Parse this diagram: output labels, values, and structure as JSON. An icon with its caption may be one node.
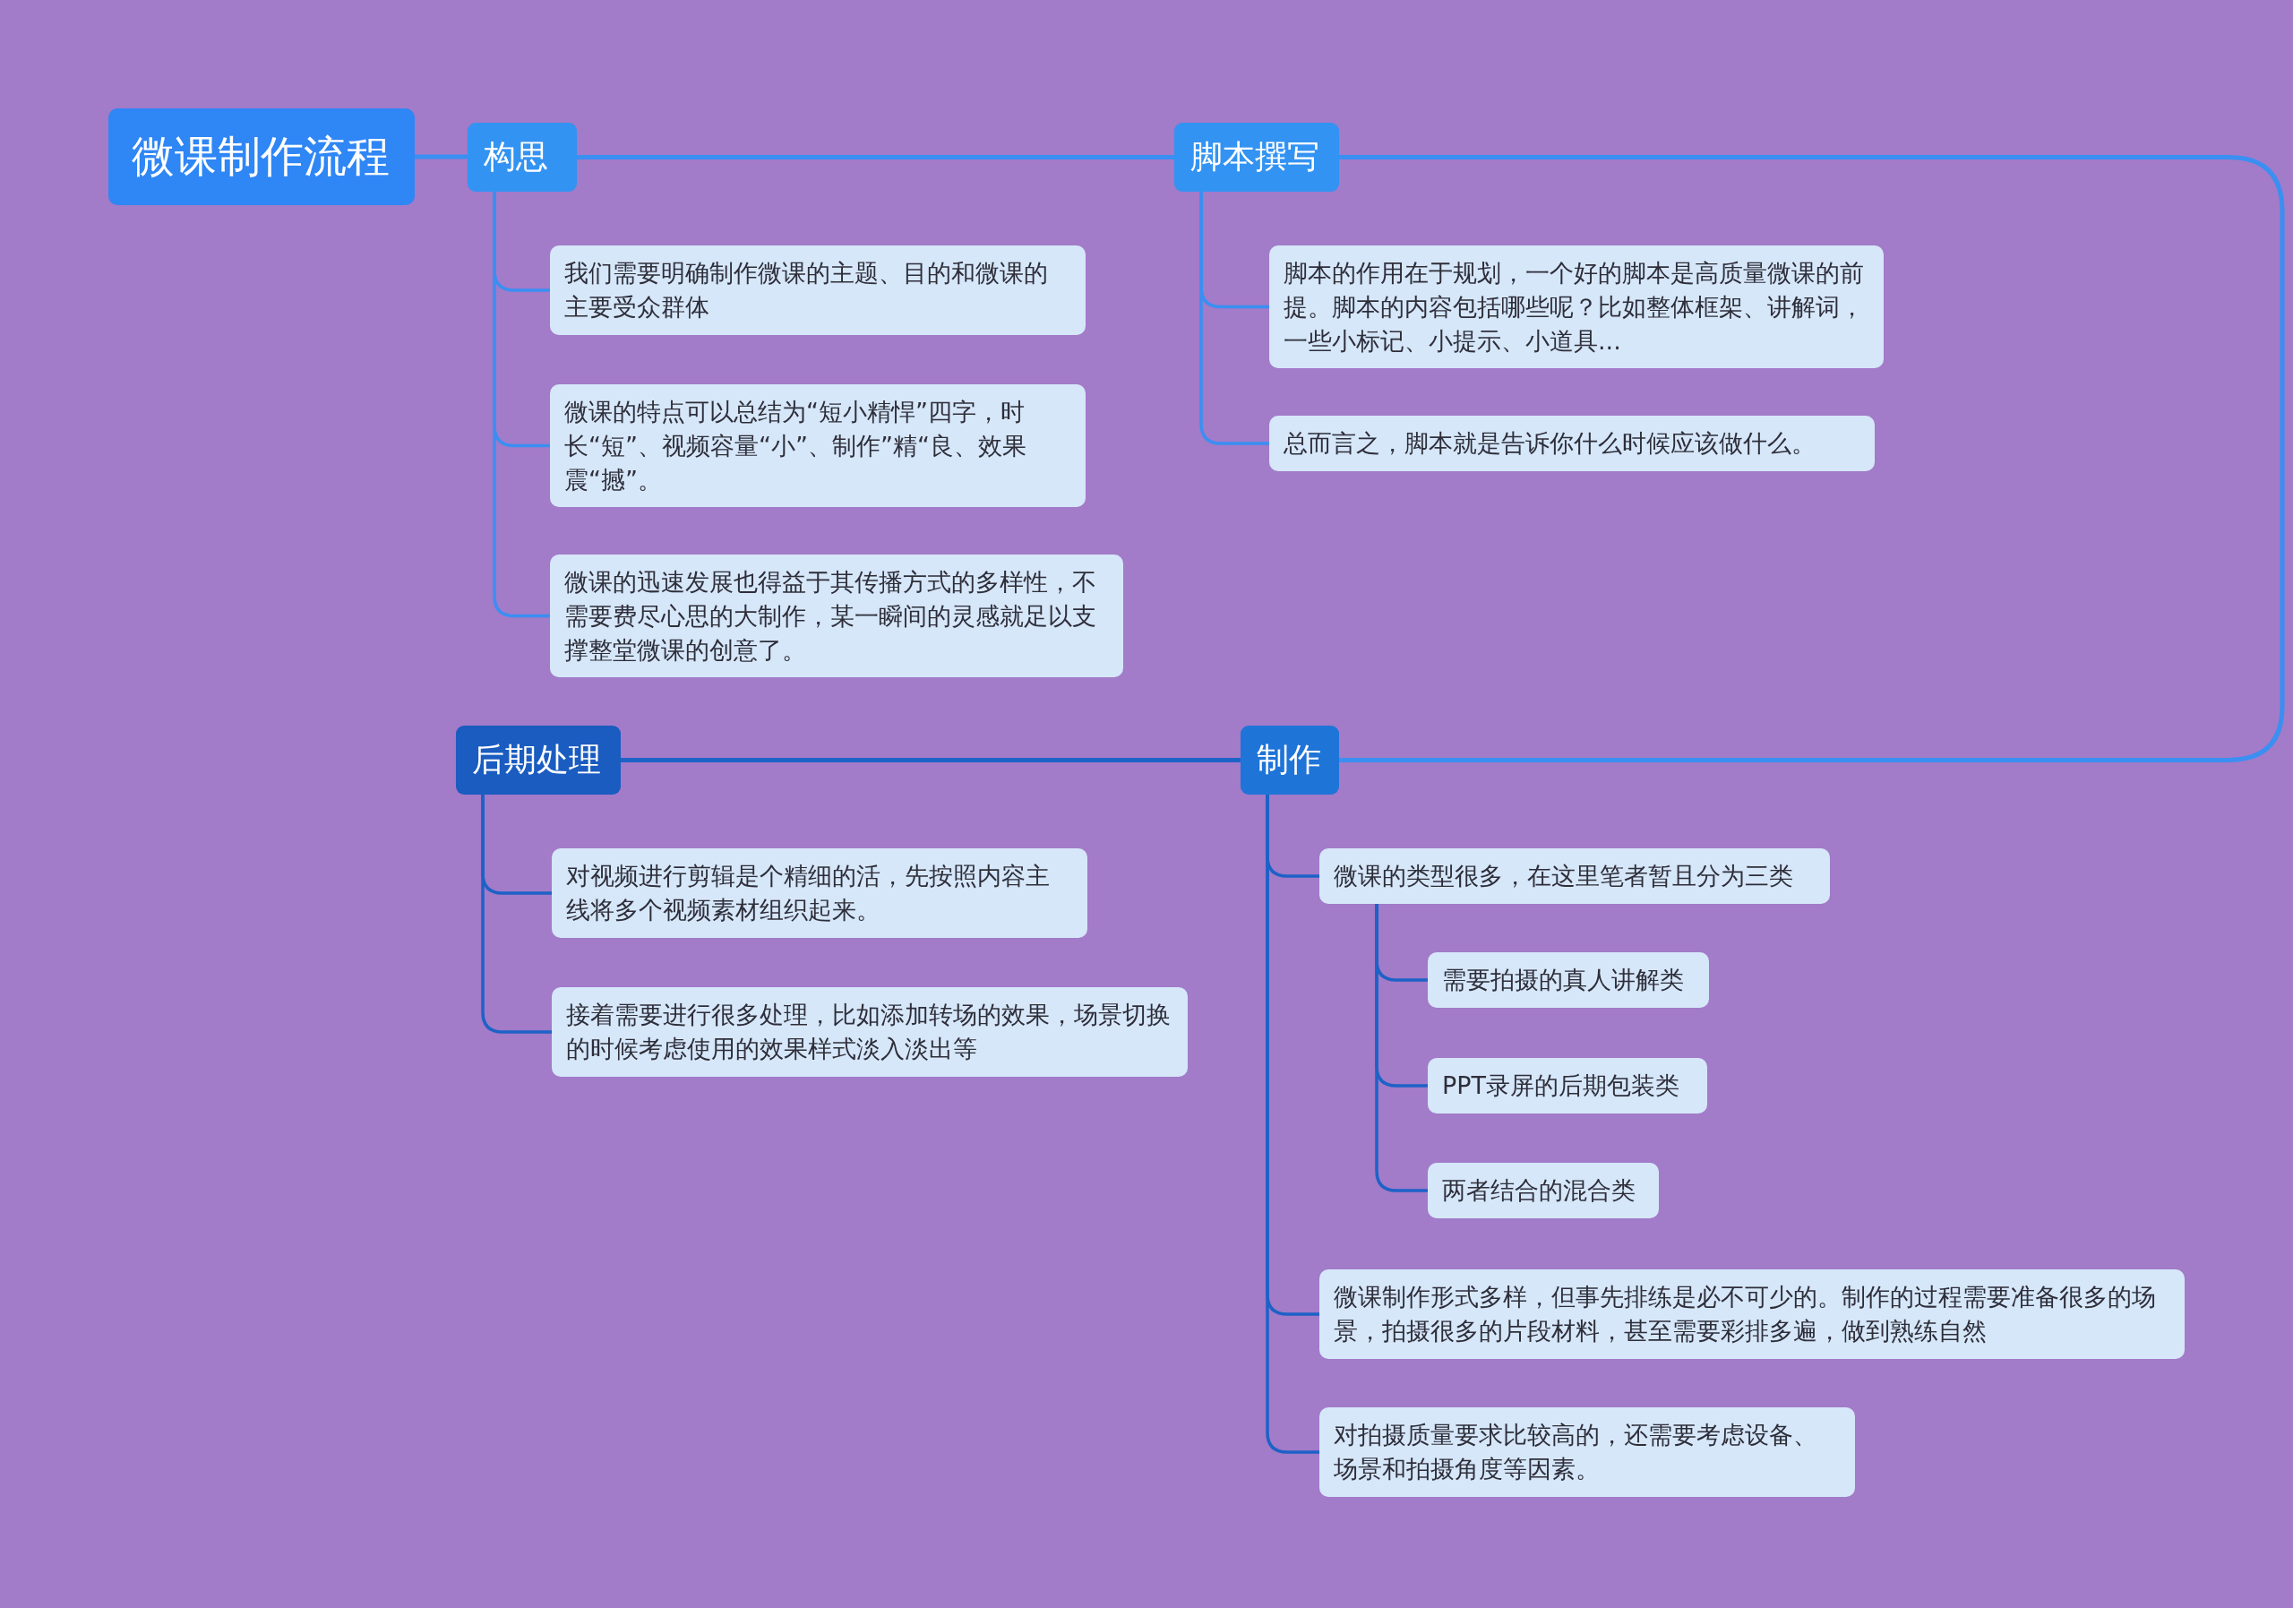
{
  "diagram": {
    "nodes": [
      {
        "text": [
          "微课制作流程"
        ]
      },
      {
        "text": [
          "构思"
        ]
      },
      {
        "text": [
          "我们需要明确制作微课的主题、目的和微课的主要受众群体"
        ]
      },
      {
        "text": [
          "微课的特点可以总结为“短小精悍”四字，时长“短”、视频容量“小”、制作”精“良、效果震“撼”。"
        ]
      },
      {
        "text": [
          "微课的迅速发展也得益于其传播方式的多样性，不需要费尽心思的大制作，某一瞬间的灵感就足以支撑整堂微课的创意了。"
        ]
      },
      {
        "text": [
          "脚本撰写"
        ]
      },
      {
        "text": [
          "脚本的作用在于规划，一个好的脚本是高质量微课的前提。脚本的内容包括哪些呢？比如整体框架、讲解词，一些小标记、小提示、小道具..."
        ]
      },
      {
        "text": [
          "总而言之，脚本就是告诉你什么时候应该做什么。"
        ]
      },
      {
        "text": [
          "制作"
        ]
      },
      {
        "text": [
          "微课的类型很多，在这里笔者暂且分为三类"
        ]
      },
      {
        "text": [
          "需要拍摄的真人讲解类"
        ]
      },
      {
        "text": [
          "PPT录屏的后期包装类"
        ]
      },
      {
        "text": [
          "两者结合的混合类"
        ]
      },
      {
        "text": [
          "微课制作形式多样，但事先排练是必不可少的。制作的过程需要准备很多的场景，拍摄很多的片段材料，甚至需要彩排多遍，做到熟练自然"
        ]
      },
      {
        "text": [
          "对拍摄质量要求比较高的，还需要考虑设备、场景和拍摄角度等因素。"
        ]
      },
      {
        "text": [
          "后期处理"
        ]
      },
      {
        "text": [
          "对视频进行剪辑是个精细的活，先按照内容主线将多个视频素材组织起来。"
        ]
      },
      {
        "text": [
          "接着需要进行很多处理，比如添加转场的效果，场景切换的时候考虑使用的效果样式淡入淡出等"
        ]
      }
    ],
    "edges": [
      {
        "from": 0,
        "to": 1,
        "arrow": "none",
        "color": "#3a8ff2"
      },
      {
        "from": 1,
        "to": 5,
        "arrow": "none",
        "color": "#3a8ff2"
      },
      {
        "from": 5,
        "to": 8,
        "arrow": "none",
        "color": "#3a8ff2"
      },
      {
        "from": 8,
        "to": 15,
        "arrow": "none"
      },
      {
        "from": 1,
        "to": 2,
        "arrow": "none",
        "color": "#3a8ff2"
      },
      {
        "from": 1,
        "to": 3,
        "arrow": "none",
        "color": "#3a8ff2"
      },
      {
        "from": 1,
        "to": 4,
        "arrow": "none",
        "color": "#3a8ff2"
      },
      {
        "from": 5,
        "to": 6,
        "arrow": "none",
        "color": "#3a8ff2"
      },
      {
        "from": 5,
        "to": 7,
        "arrow": "none",
        "color": "#3a8ff2"
      },
      {
        "from": 8,
        "to": 9,
        "arrow": "none"
      },
      {
        "from": 9,
        "to": 10,
        "arrow": "none"
      },
      {
        "from": 9,
        "to": 11,
        "arrow": "none"
      },
      {
        "from": 9,
        "to": 12,
        "arrow": "none"
      },
      {
        "from": 8,
        "to": 13,
        "arrow": "none"
      },
      {
        "from": 8,
        "to": 14,
        "arrow": "none"
      },
      {
        "from": 15,
        "to": 16,
        "arrow": "none"
      },
      {
        "from": 15,
        "to": 17,
        "arrow": "none"
      }
    ]
  }
}
